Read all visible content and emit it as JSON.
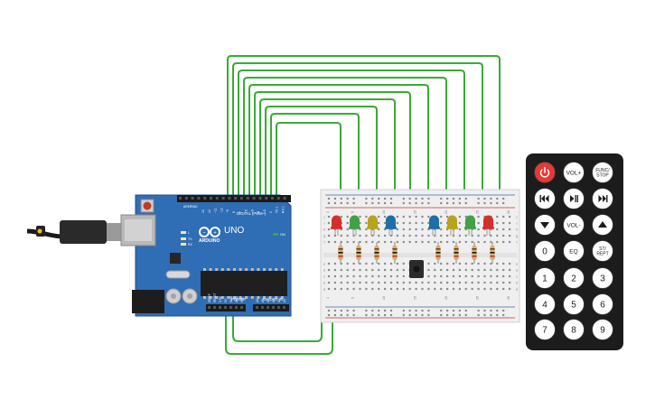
{
  "arduino": {
    "brand": "ARDUINO",
    "model": "UNO",
    "digital_label": "DIGITAL (PWM~)",
    "power_label": "POWER",
    "analog_label": "ANALOG IN",
    "on_label": "ON",
    "tx_label": "TX",
    "rx_label": "RX",
    "l_label": "L",
    "aref_label": "AREF",
    "gnd_label": "GND",
    "digital_pins": [
      "13",
      "12",
      "~11",
      "~10",
      "~9",
      "8",
      "7",
      "~6",
      "~5",
      "4",
      "~3",
      "2",
      "TX 1",
      "RX 0"
    ],
    "power_pins": [
      "IOREF",
      "RESET",
      "3.3V",
      "5V",
      "GND",
      "GND",
      "Vin"
    ],
    "analog_pins": [
      "A0",
      "A1",
      "A2",
      "A3",
      "A4",
      "A5"
    ]
  },
  "breadboard": {
    "column_numbers": [
      "1",
      "5",
      "10",
      "15",
      "20",
      "25",
      "30"
    ],
    "row_letters": [
      "a",
      "b",
      "c",
      "d",
      "e",
      "f",
      "g",
      "h",
      "i",
      "j"
    ]
  },
  "leds": [
    {
      "color": "red",
      "hex": "#d32f2f"
    },
    {
      "color": "green",
      "hex": "#43a047"
    },
    {
      "color": "yellow",
      "hex": "#b8a31c"
    },
    {
      "color": "blue",
      "hex": "#1e6fa8"
    },
    {
      "color": "blue",
      "hex": "#1e6fa8"
    },
    {
      "color": "yellow",
      "hex": "#b8a31c"
    },
    {
      "color": "green",
      "hex": "#43a047"
    },
    {
      "color": "red",
      "hex": "#d32f2f"
    }
  ],
  "colors": {
    "wire": "#3aaa35",
    "board": "#2f6db5",
    "remote": "#1c1c1c"
  },
  "remote": {
    "buttons": [
      {
        "label": "",
        "icon": "power-icon"
      },
      {
        "label": "VOL+",
        "icon": ""
      },
      {
        "label": "FUNC/ STOP",
        "icon": ""
      },
      {
        "label": "",
        "icon": "skip-back-icon"
      },
      {
        "label": "",
        "icon": "play-pause-icon"
      },
      {
        "label": "",
        "icon": "skip-forward-icon"
      },
      {
        "label": "",
        "icon": "down-arrow-icon"
      },
      {
        "label": "VOL-",
        "icon": ""
      },
      {
        "label": "",
        "icon": "up-arrow-icon"
      },
      {
        "label": "0",
        "icon": ""
      },
      {
        "label": "EQ",
        "icon": ""
      },
      {
        "label": "ST/ REPT",
        "icon": ""
      },
      {
        "label": "1",
        "icon": ""
      },
      {
        "label": "2",
        "icon": ""
      },
      {
        "label": "3",
        "icon": ""
      },
      {
        "label": "4",
        "icon": ""
      },
      {
        "label": "5",
        "icon": ""
      },
      {
        "label": "6",
        "icon": ""
      },
      {
        "label": "7",
        "icon": ""
      },
      {
        "label": "8",
        "icon": ""
      },
      {
        "label": "9",
        "icon": ""
      }
    ]
  }
}
